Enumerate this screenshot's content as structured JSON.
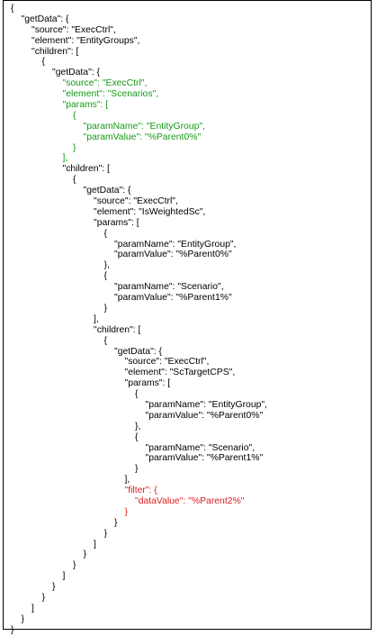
{
  "colors": {
    "black": "#000000",
    "green": "#159a15",
    "red": "#e01b1b"
  },
  "code_lines": [
    {
      "indent": 0,
      "color": "black",
      "text": "{"
    },
    {
      "indent": 1,
      "color": "black",
      "text": "\"getData\": {"
    },
    {
      "indent": 2,
      "color": "black",
      "text": "\"source\": \"ExecCtrl\","
    },
    {
      "indent": 2,
      "color": "black",
      "text": "\"element\": \"EntityGroups\","
    },
    {
      "indent": 2,
      "color": "black",
      "text": "\"children\": ["
    },
    {
      "indent": 3,
      "color": "black",
      "text": "{"
    },
    {
      "indent": 4,
      "color": "black",
      "text": "\"getData\": {"
    },
    {
      "indent": 5,
      "color": "green",
      "text": "\"source\": \"ExecCtrl\","
    },
    {
      "indent": 5,
      "color": "green",
      "text": "\"element\": \"Scenarios\","
    },
    {
      "indent": 5,
      "color": "green",
      "text": "\"params\": ["
    },
    {
      "indent": 6,
      "color": "green",
      "text": "{"
    },
    {
      "indent": 7,
      "color": "green",
      "text": "\"paramName\": \"EntityGroup\","
    },
    {
      "indent": 7,
      "color": "green",
      "text": "\"paramValue\": \"%Parent0%\""
    },
    {
      "indent": 6,
      "color": "green",
      "text": "}"
    },
    {
      "indent": 5,
      "color": "green",
      "text": "],"
    },
    {
      "indent": 5,
      "color": "black",
      "text": "\"children\": ["
    },
    {
      "indent": 6,
      "color": "black",
      "text": "{"
    },
    {
      "indent": 7,
      "color": "black",
      "text": "\"getData\": {"
    },
    {
      "indent": 8,
      "color": "black",
      "text": "\"source\": \"ExecCtrl\","
    },
    {
      "indent": 8,
      "color": "black",
      "text": "\"element\": \"IsWeightedSc\","
    },
    {
      "indent": 8,
      "color": "black",
      "text": "\"params\": ["
    },
    {
      "indent": 9,
      "color": "black",
      "text": "{"
    },
    {
      "indent": 10,
      "color": "black",
      "text": "\"paramName\": \"EntityGroup\","
    },
    {
      "indent": 10,
      "color": "black",
      "text": "\"paramValue\": \"%Parent0%\""
    },
    {
      "indent": 9,
      "color": "black",
      "text": "},"
    },
    {
      "indent": 9,
      "color": "black",
      "text": "{"
    },
    {
      "indent": 10,
      "color": "black",
      "text": "\"paramName\": \"Scenario\","
    },
    {
      "indent": 10,
      "color": "black",
      "text": "\"paramValue\": \"%Parent1%\""
    },
    {
      "indent": 9,
      "color": "black",
      "text": "}"
    },
    {
      "indent": 8,
      "color": "black",
      "text": "],"
    },
    {
      "indent": 8,
      "color": "black",
      "text": "\"children\": ["
    },
    {
      "indent": 9,
      "color": "black",
      "text": "{"
    },
    {
      "indent": 10,
      "color": "black",
      "text": "\"getData\": {"
    },
    {
      "indent": 11,
      "color": "black",
      "text": "\"source\": \"ExecCtrl\","
    },
    {
      "indent": 11,
      "color": "black",
      "text": "\"element\": \"ScTargetCPS\","
    },
    {
      "indent": 11,
      "color": "black",
      "text": "\"params\": ["
    },
    {
      "indent": 12,
      "color": "black",
      "text": "{"
    },
    {
      "indent": 13,
      "color": "black",
      "text": "\"paramName\": \"EntityGroup\","
    },
    {
      "indent": 13,
      "color": "black",
      "text": "\"paramValue\": \"%Parent0%\""
    },
    {
      "indent": 12,
      "color": "black",
      "text": "},"
    },
    {
      "indent": 12,
      "color": "black",
      "text": "{"
    },
    {
      "indent": 13,
      "color": "black",
      "text": "\"paramName\": \"Scenario\","
    },
    {
      "indent": 13,
      "color": "black",
      "text": "\"paramValue\": \"%Parent1%\""
    },
    {
      "indent": 12,
      "color": "black",
      "text": "}"
    },
    {
      "indent": 11,
      "color": "black",
      "text": "],"
    },
    {
      "indent": 11,
      "color": "red",
      "text": "\"filter\": {"
    },
    {
      "indent": 12,
      "color": "red",
      "text": "\"dataValue\": \"%Parent2%\""
    },
    {
      "indent": 11,
      "color": "red",
      "text": "}"
    },
    {
      "indent": 10,
      "color": "black",
      "text": "}"
    },
    {
      "indent": 9,
      "color": "black",
      "text": "}"
    },
    {
      "indent": 8,
      "color": "black",
      "text": "]"
    },
    {
      "indent": 7,
      "color": "black",
      "text": "}"
    },
    {
      "indent": 6,
      "color": "black",
      "text": "}"
    },
    {
      "indent": 5,
      "color": "black",
      "text": "]"
    },
    {
      "indent": 4,
      "color": "black",
      "text": "}"
    },
    {
      "indent": 3,
      "color": "black",
      "text": "}"
    },
    {
      "indent": 2,
      "color": "black",
      "text": "]"
    },
    {
      "indent": 1,
      "color": "black",
      "text": "}"
    },
    {
      "indent": 0,
      "color": "black",
      "text": "}"
    }
  ]
}
